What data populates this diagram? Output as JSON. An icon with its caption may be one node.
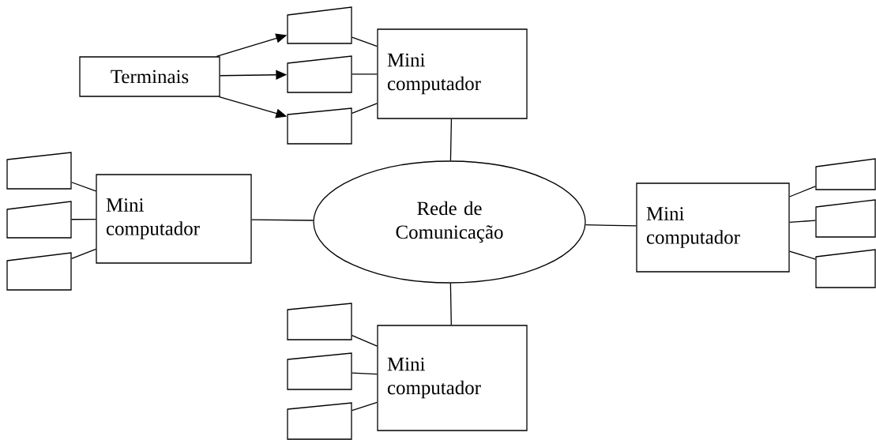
{
  "diagram": {
    "nodes": [
      {
        "text": [
          "Terminais"
        ]
      },
      {
        "text": [
          "Mini computador"
        ]
      },
      {
        "text": [],
        "shape": "trapezoid"
      },
      {
        "text": [],
        "shape": "trapezoid"
      },
      {
        "text": [],
        "shape": "trapezoid"
      },
      {
        "text": [
          "Mini computador"
        ]
      },
      {
        "text": [],
        "shape": "trapezoid"
      },
      {
        "text": [],
        "shape": "trapezoid"
      },
      {
        "text": [],
        "shape": "trapezoid"
      },
      {
        "text": [
          "Rede de Comunicação"
        ]
      },
      {
        "text": [
          "Mini computador"
        ]
      },
      {
        "text": [],
        "shape": "trapezoid"
      },
      {
        "text": [],
        "shape": "trapezoid"
      },
      {
        "text": [],
        "shape": "trapezoid"
      },
      {
        "text": [
          "Mini computador"
        ]
      },
      {
        "text": [],
        "shape": "trapezoid"
      },
      {
        "text": [],
        "shape": "trapezoid"
      },
      {
        "text": [],
        "shape": "trapezoid"
      }
    ],
    "edges": [
      {
        "from": 0,
        "to": 2,
        "arrow": "to"
      },
      {
        "from": 0,
        "to": 3,
        "arrow": "to"
      },
      {
        "from": 0,
        "to": 4,
        "arrow": "to"
      },
      {
        "from": 2,
        "to": 1,
        "arrow": "none"
      },
      {
        "from": 3,
        "to": 1,
        "arrow": "none"
      },
      {
        "from": 4,
        "to": 1,
        "arrow": "none"
      },
      {
        "from": 6,
        "to": 5,
        "arrow": "none"
      },
      {
        "from": 7,
        "to": 5,
        "arrow": "none"
      },
      {
        "from": 8,
        "to": 5,
        "arrow": "none"
      },
      {
        "from": 1,
        "to": 9,
        "arrow": "none"
      },
      {
        "from": 5,
        "to": 9,
        "arrow": "none"
      },
      {
        "from": 9,
        "to": 10,
        "arrow": "none"
      },
      {
        "from": 10,
        "to": 11,
        "arrow": "none"
      },
      {
        "from": 10,
        "to": 12,
        "arrow": "none"
      },
      {
        "from": 10,
        "to": 13,
        "arrow": "none"
      },
      {
        "from": 9,
        "to": 14,
        "arrow": "none"
      },
      {
        "from": 15,
        "to": 14,
        "arrow": "none"
      },
      {
        "from": 16,
        "to": 14,
        "arrow": "none"
      },
      {
        "from": 17,
        "to": 14,
        "arrow": "none"
      }
    ]
  }
}
